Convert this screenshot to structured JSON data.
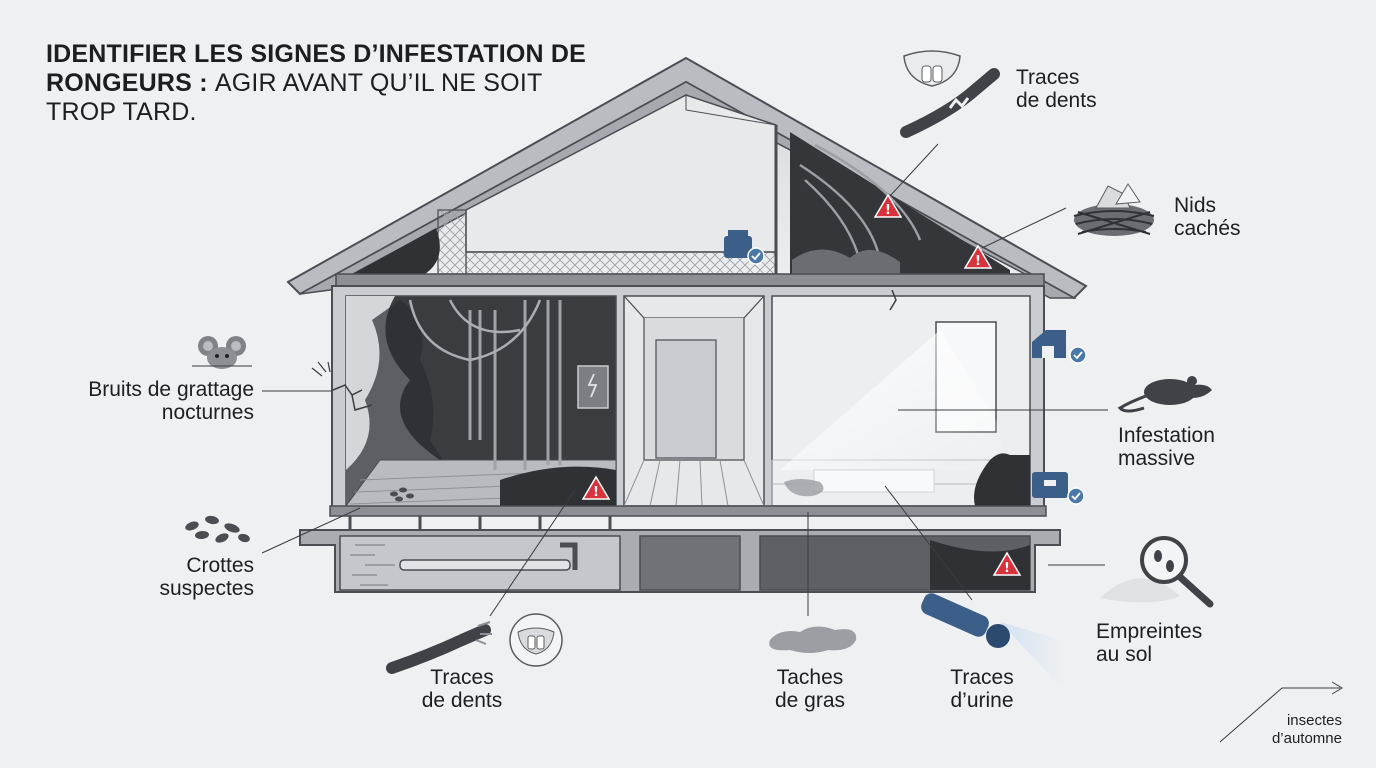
{
  "title": {
    "bold_part": "IDENTIFIER LES SIGNES D’INFESTATION DE RONGEURS :",
    "light_part": "AGIR AVANT QU’IL NE SOIT TROP TARD."
  },
  "labels": {
    "traces_dents_top": [
      "Traces",
      "de dents"
    ],
    "nids_caches": [
      "Nids",
      "cachés"
    ],
    "bruits": [
      "Bruits de grattage",
      "nocturnes"
    ],
    "infestation": [
      "Infestation",
      "massive"
    ],
    "crottes": [
      "Crottes",
      "suspectes"
    ],
    "empreintes": [
      "Empreintes",
      "au sol"
    ],
    "traces_dents_bottom": [
      "Traces",
      "de dents"
    ],
    "taches_gras": [
      "Taches",
      "de gras"
    ],
    "traces_urine": [
      "Traces",
      "d’urine"
    ],
    "insectes": [
      "insectes",
      "d’automne"
    ]
  },
  "colors": {
    "background": "#eef0f2",
    "outline": "#4a4d52",
    "wall": "#c9ccd0",
    "interior": "#e4e6e9",
    "dark_zone": "#2f3135",
    "warning_red": "#d8323c",
    "accent_blue": "#3c5f8a",
    "check_blue": "#4a78a8"
  },
  "icons": [
    "mouse-head-icon",
    "teeth-icon",
    "gnawed-cable-icon",
    "nest-icon",
    "rat-icon",
    "droppings-icon",
    "magnifier-footprint-icon",
    "flashlight-icon",
    "grease-stain-icon",
    "warning-icon",
    "bait-station-check-icon"
  ]
}
